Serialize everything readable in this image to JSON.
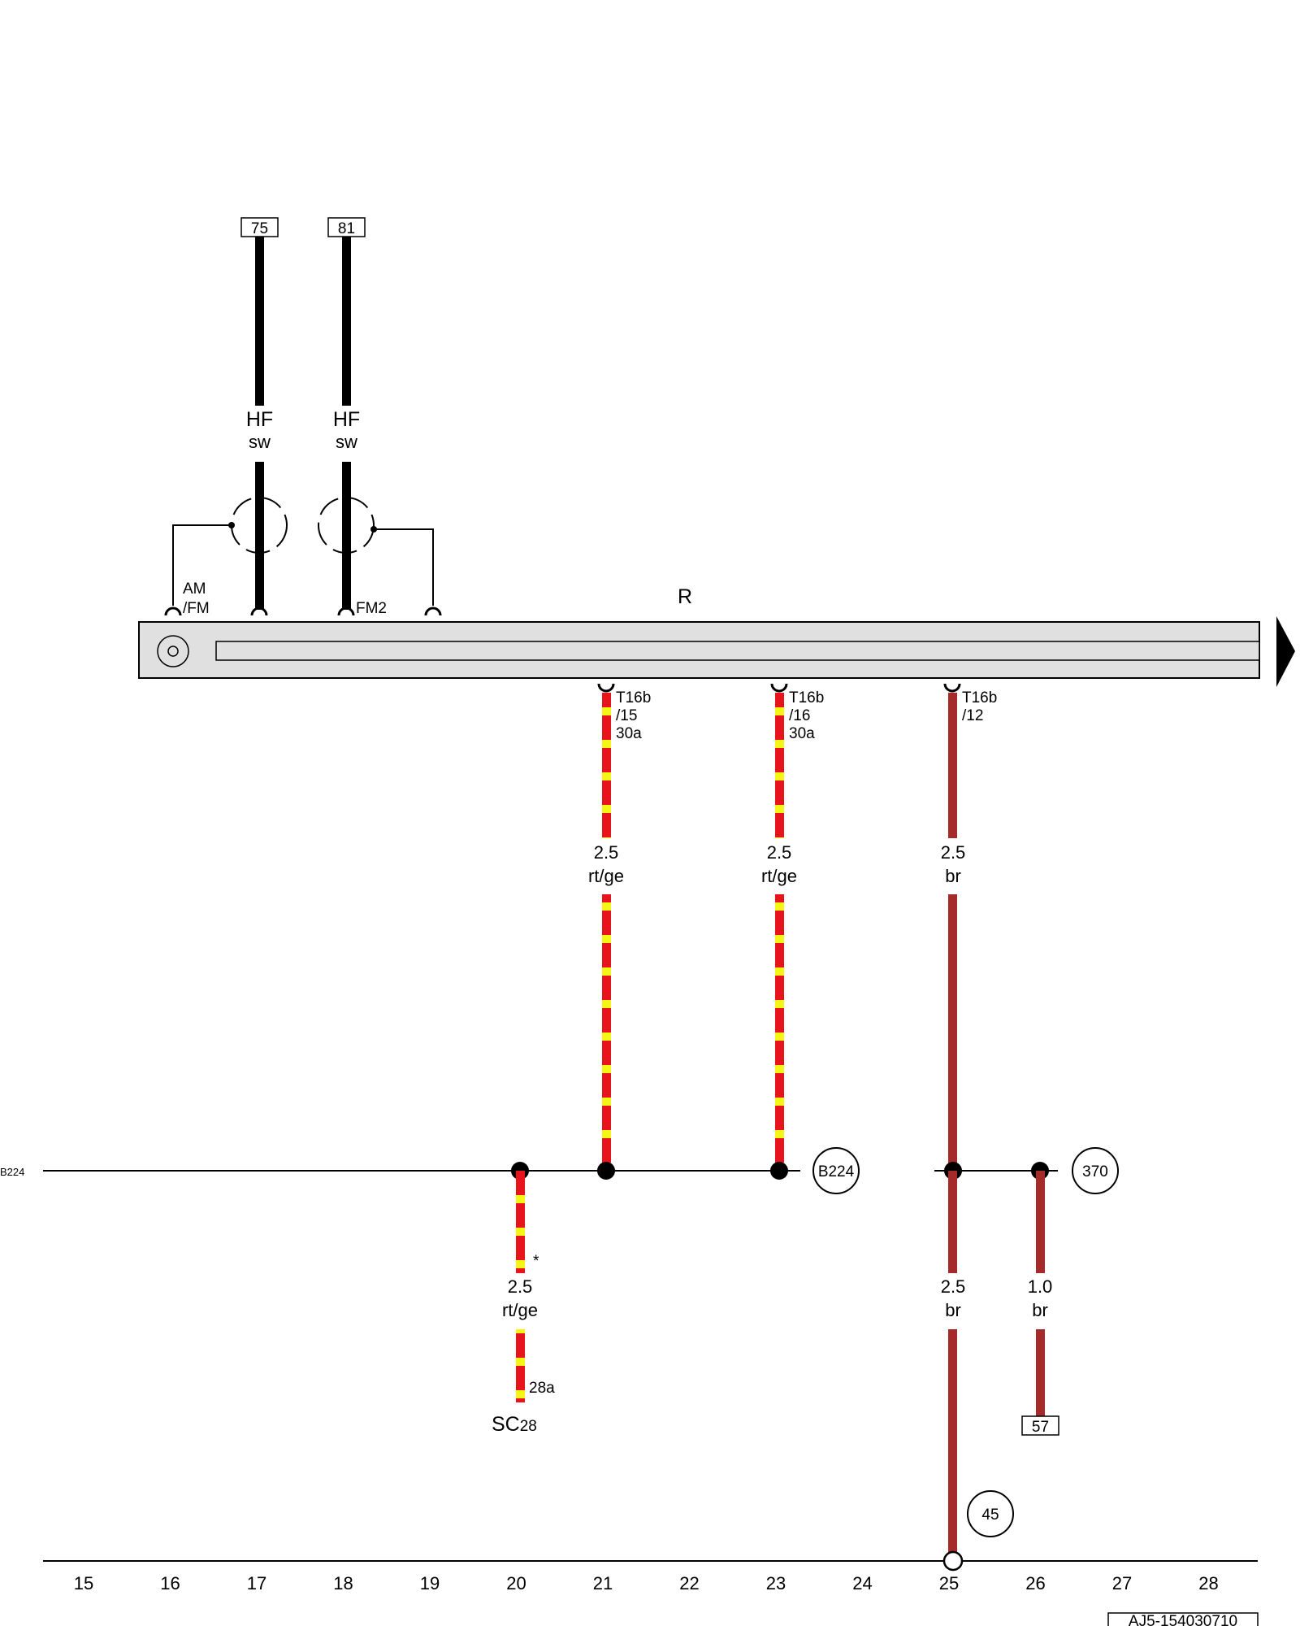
{
  "component": {
    "label": "R",
    "antenna_pin_label": "AM\n/FM",
    "fm2_pin_label": "FM2"
  },
  "antenna_refs": [
    {
      "ref": "75",
      "code": "HF",
      "color": "sw"
    },
    {
      "ref": "81",
      "code": "HF",
      "color": "sw"
    }
  ],
  "pins": [
    {
      "connector": "T16b",
      "pin": "/15",
      "term": "30a",
      "size": "2.5",
      "color": "rt/ge"
    },
    {
      "connector": "T16b",
      "pin": "/16",
      "term": "30a",
      "size": "2.5",
      "color": "rt/ge"
    },
    {
      "connector": "T16b",
      "pin": "/12",
      "term": "",
      "size": "2.5",
      "color": "br"
    }
  ],
  "bus": {
    "left_label": "B224",
    "ref_b224": "B224",
    "ref_370": "370"
  },
  "fuse_branch": {
    "size": "2.5",
    "color": "rt/ge",
    "asterisk": "*",
    "pin": "28a",
    "fuse_main": "SC",
    "fuse_sub": "28"
  },
  "ground_branch": {
    "size": "2.5",
    "color": "br",
    "ref": "45"
  },
  "branch_57": {
    "size": "1.0",
    "color": "br",
    "ref": "57"
  },
  "track_numbers": [
    "15",
    "16",
    "17",
    "18",
    "19",
    "20",
    "21",
    "22",
    "23",
    "24",
    "25",
    "26",
    "27",
    "28"
  ],
  "doc_code": "AJ5-154030710",
  "colors": {
    "red": "#e8141c",
    "yellow": "#f5f516",
    "brown": "#a52a2a",
    "black": "#000000",
    "housing": "#e0e0e0"
  }
}
